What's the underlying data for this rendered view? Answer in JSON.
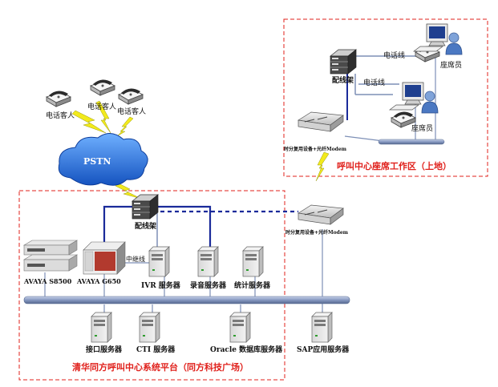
{
  "labels": {
    "customer": "电话客人",
    "pstn": "PSTN",
    "rack": "配线架",
    "agent": "座席员",
    "phone_line": "电话线",
    "modem": "时分复用设备+光纤Modem",
    "agent_area_title": "呼叫中心座席工作区（上地）",
    "platform_title": "清华同方呼叫中心系统平台（同方科技广场）",
    "avaya_s8500": "AVAYA  S8500",
    "avaya_g650": "AVAYA   G650",
    "trunk": "中继线",
    "ivr": "IVR 服务器",
    "recording": "录音服务器",
    "stats": "统计服务器",
    "interface": "接口服务器",
    "cti": "CTI 服务器",
    "oracle": "Oracle 数据库服务器",
    "sap": "SAP应用服务器"
  },
  "colors": {
    "dashed_border": "#e0201b",
    "title_text": "#e0201b",
    "link_blue": "#1a2a9a",
    "bus": "#7d8fb6",
    "lightning": "#f2ea1c",
    "cloud": "#2a6fd6"
  }
}
